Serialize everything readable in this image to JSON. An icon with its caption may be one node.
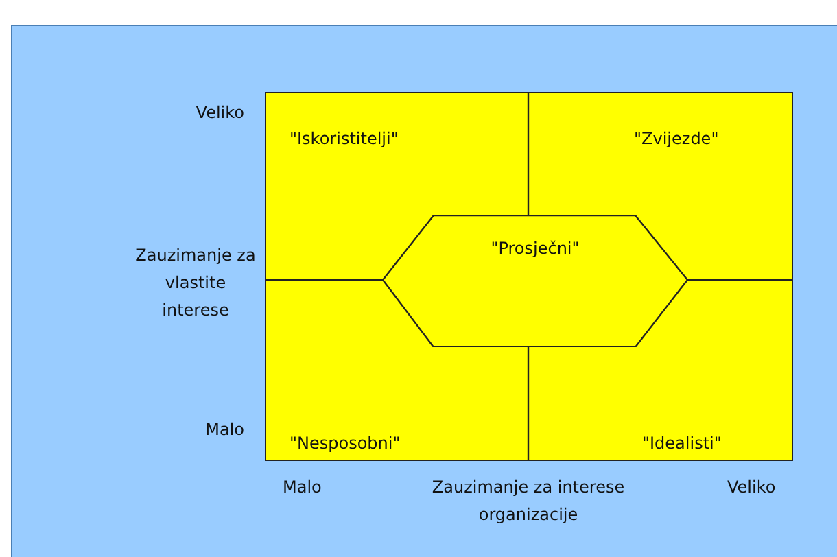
{
  "diagram": {
    "nodes": [
      {
        "text": [
          "\"Prosječni\""
        ]
      }
    ],
    "labels": [
      "Veliko",
      "Zauzimanje za vlastite interese",
      "Malo",
      "\"Iskoristitelji\"",
      "\"Zvijezde\"",
      "\"Nesposobni\"",
      "\"Idealisti\"",
      "Malo",
      "Zauzimanje za interese organizacije",
      "Veliko"
    ]
  }
}
